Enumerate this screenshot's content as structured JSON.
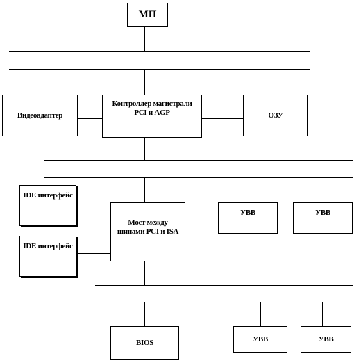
{
  "blocks": {
    "mp": "МП",
    "videoadapter": "Видеоадаптер",
    "controller": "Контроллер магистрали PCI  и AGP",
    "ozu": "ОЗУ",
    "ide1": "IDE интерфейс",
    "ide2": "IDE интерфейс",
    "bridge": "Мост между шинами PCI и ISA",
    "uvv_pci_1": "УВВ",
    "uvv_pci_2": "УВВ",
    "bios": "BIOS",
    "uvv_isa_1": "УВВ",
    "uvv_isa_2": "УВВ"
  }
}
